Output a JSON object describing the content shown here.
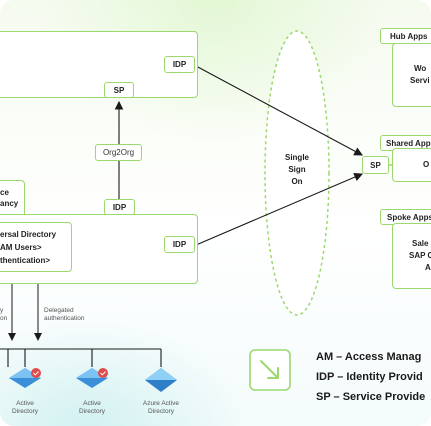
{
  "diagram": {
    "sso": {
      "line1": "Single",
      "line2": "Sign",
      "line3": "On"
    },
    "upper_org": {
      "idp": "IDP",
      "sp": "SP",
      "cut_text": ""
    },
    "org2org": "Org2Org",
    "lower_org": {
      "idp_top": "IDP",
      "idp_right": "IDP",
      "title_line1": "ce",
      "title_line2": "ancy",
      "directory_line1": "ersal Directory",
      "directory_line2": "AM Users>",
      "directory_line3": "thentication>"
    },
    "delegated_left": {
      "line1": "y",
      "line2": "on"
    },
    "delegated_right": {
      "line1": "Delegated",
      "line2": "authentication"
    },
    "directories": [
      {
        "line1": "Active",
        "line2": "Directory"
      },
      {
        "line1": "Active",
        "line2": "Directory"
      },
      {
        "line1": "Azure Active",
        "line2": "Directory"
      }
    ],
    "hub_apps": {
      "title": "Hub Apps",
      "line1": "Wo",
      "line2": "Servi"
    },
    "shared_apps": {
      "title": "Shared App",
      "sp": "SP",
      "line1": "O"
    },
    "spoke_apps": {
      "title": "Spoke Apps",
      "line1": "Sale",
      "line2": "SAP C",
      "line3": "A"
    }
  },
  "legend": {
    "items": [
      "AM – Access Manag",
      "IDP – Identity Provid",
      "SP – Service Provide"
    ]
  },
  "colors": {
    "accent_green": "#9bd86e",
    "arrow": "#1a1a1a",
    "directory_blue": "#3a8fd8",
    "badge_red": "#e04b4b"
  }
}
